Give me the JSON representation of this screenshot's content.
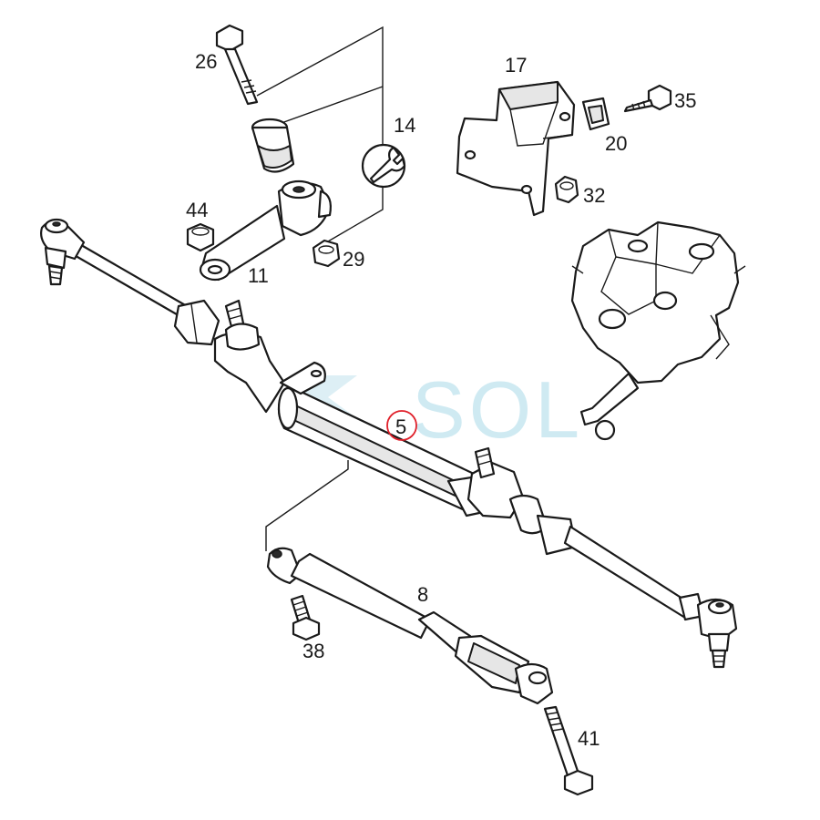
{
  "labels": {
    "p26": "26",
    "p14": "14",
    "p17": "17",
    "p35": "35",
    "p20": "20",
    "p32": "32",
    "p44": "44",
    "p29": "29",
    "p11": "11",
    "p5": "5",
    "p8": "8",
    "p38": "38",
    "p41": "41"
  },
  "watermark": "SOL",
  "colors": {
    "line": "#1a1a1a",
    "highlight_circle": "#e0202a",
    "watermark": "#bfe3ee"
  },
  "icons": {
    "wrench": "wrench-icon"
  }
}
